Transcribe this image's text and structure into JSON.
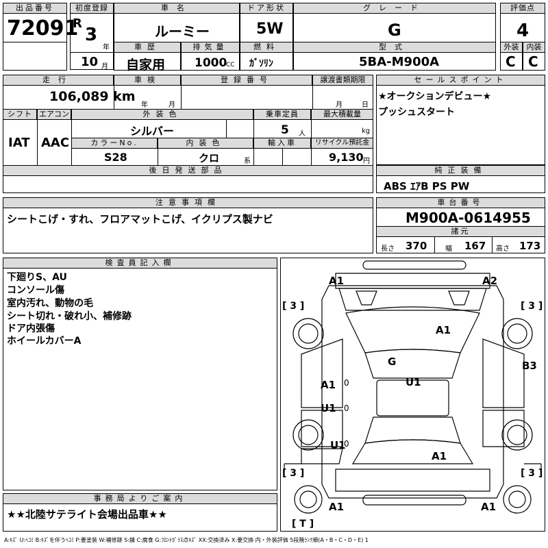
{
  "top": {
    "lot_no_header": "出品番号",
    "lot_no": "72091",
    "first_reg_header": "初度登録",
    "era": "R",
    "year": "3",
    "year_unit": "年",
    "month": "10",
    "month_unit": "月",
    "car_name_header": "車名",
    "car_name": "ルーミー",
    "door_header": "ドア形状",
    "door": "5W",
    "grade_header": "グレード",
    "grade": "G",
    "score_header": "評価点",
    "score": "4",
    "history_header": "車歴",
    "history": "自家用",
    "displacement_header": "排気量",
    "displacement": "1000",
    "displacement_unit": "CC",
    "fuel_header": "燃料",
    "fuel": "ｶﾞｿﾘﾝ",
    "model_header": "型式",
    "model": "5BA-M900A",
    "exterior_header": "外装",
    "exterior": "C",
    "interior_header": "内装",
    "interior": "C"
  },
  "mid": {
    "mileage_header": "走行",
    "mileage": "106,089 km",
    "inspection_header": "車検",
    "insp_year_unit": "年",
    "insp_month_unit": "月",
    "reg_no_header": "登録番号",
    "transfer_header": "譲渡書類期限",
    "transfer_month_unit": "月",
    "transfer_day_unit": "日",
    "shift_header": "シフト",
    "shift": "IAT",
    "ac_header": "エアコン",
    "ac": "AAC",
    "ext_color_header": "外装色",
    "ext_color": "シルバー",
    "capacity_header": "乗車定員",
    "capacity": "5",
    "capacity_unit": "人",
    "max_load_header": "最大積載量",
    "max_load_unit": "kg",
    "color_no_header": "カラーNo.",
    "color_no": "S28",
    "int_color_header": "内装色",
    "int_color": "クロ",
    "int_color_unit": "系",
    "import_header": "輸入車",
    "recycle_header": "リサイクル預託金",
    "recycle": "9,130",
    "recycle_unit": "円",
    "later_parts_header": "後日発送部品"
  },
  "sales_point": {
    "header": "セールスポイント",
    "lines": [
      "★オークションデビュー★",
      "プッシュスタート"
    ]
  },
  "equipment": {
    "header": "純正装備",
    "text": "ABS ｴｱB PS PW"
  },
  "notes": {
    "header": "注意事項欄",
    "text": "シートこげ・すれ、フロアマットこげ、イクリプス製ナビ"
  },
  "chassis": {
    "header": "車台番号",
    "number": "M900A-0614955",
    "spec_header": "諸元",
    "length_label": "長さ",
    "length": "370",
    "width_label": "幅",
    "width": "167",
    "height_label": "高さ",
    "height": "173"
  },
  "inspector": {
    "header": "検査員記入欄",
    "lines": [
      "下廻りS、AU",
      "コンソール傷",
      "室内汚れ、動物の毛",
      "シート切れ・破れ小、補修跡",
      "ドア内張傷",
      "ホイールカバーA"
    ]
  },
  "office": {
    "header": "事務局よりご案内",
    "text": "★★北陸サテライト会場出品車★★"
  },
  "diagram": {
    "labels": [
      "A1",
      "A2",
      "A1",
      "G",
      "A1",
      "U1",
      "B3",
      "U1",
      "U1",
      "A1",
      "A1",
      "A1"
    ],
    "tires": [
      "3",
      "3",
      "3",
      "3"
    ],
    "zeros": [
      "0",
      "0",
      "0"
    ],
    "spare": "T"
  },
  "legend": "A:ｷｽﾞ U:ﾍｺﾐ B:ｷｽﾞを伴うﾍｺﾐ P:要塗装 W:補修跡 S:錆 C:腐食 G:ﾌﾛﾝﾄｶﾞﾗｽ点ｷｽﾞ XX:交換済み X:要交換 内・外装評価 5段階ﾗﾝｸ順(A・B・C・D・E) 1"
}
